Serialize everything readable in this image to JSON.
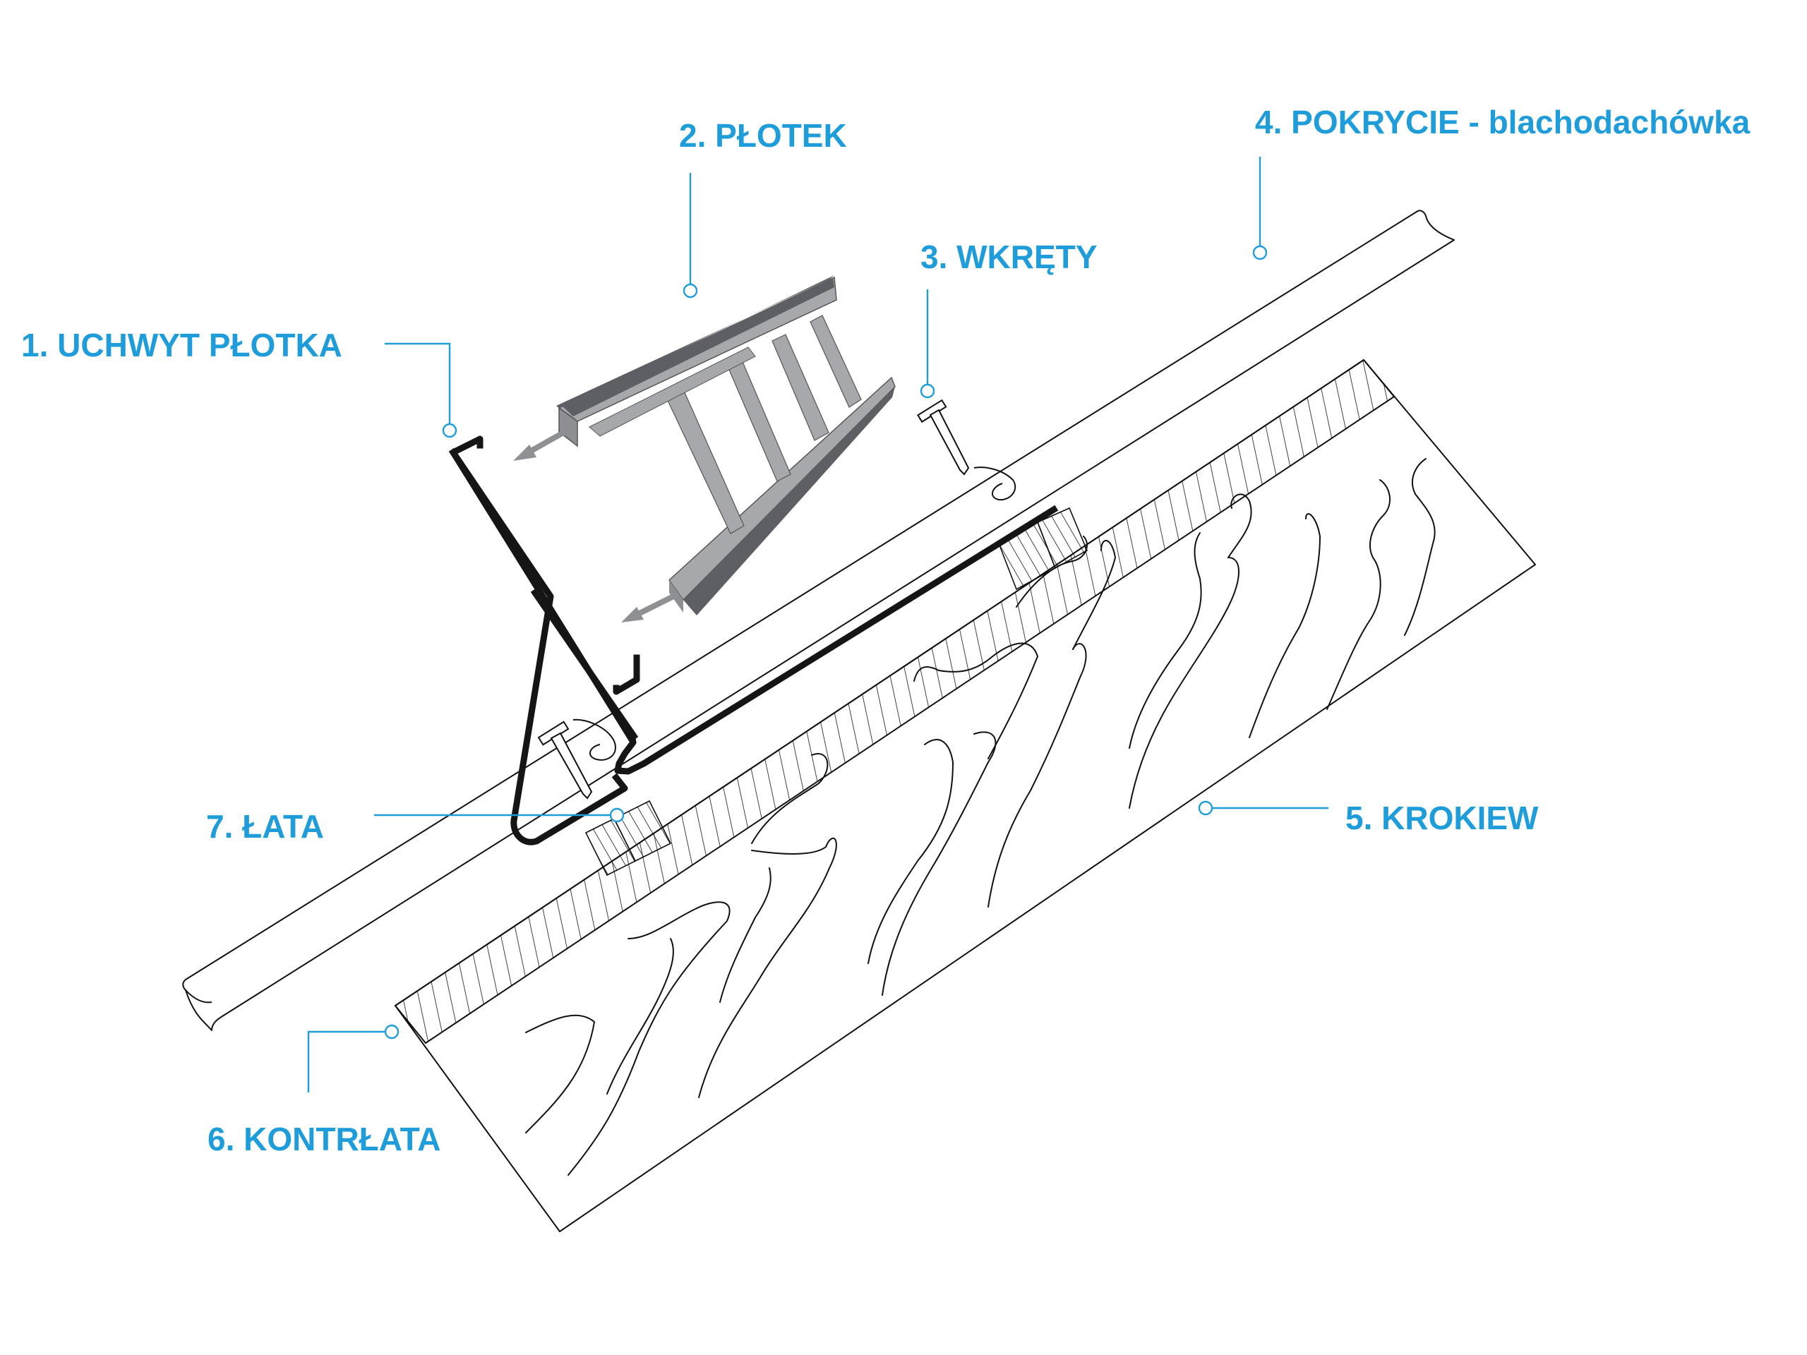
{
  "diagram": {
    "labels": {
      "l1": "1. UCHWYT PŁOTKA",
      "l2": "2. PŁOTEK",
      "l3": "3. WKRĘTY",
      "l4": "4. POKRYCIE - blachodachówka",
      "l5": "5. KROKIEW",
      "l6": "6. KONTRŁATA",
      "l7": "7. ŁATA"
    },
    "colors": {
      "label": "#1f9ddb",
      "line": "#111111",
      "fence_light": "#a7a8ab",
      "fence_mid": "#8d8f93",
      "fence_dark": "#5d5f64",
      "arrow": "#8e9094"
    }
  }
}
